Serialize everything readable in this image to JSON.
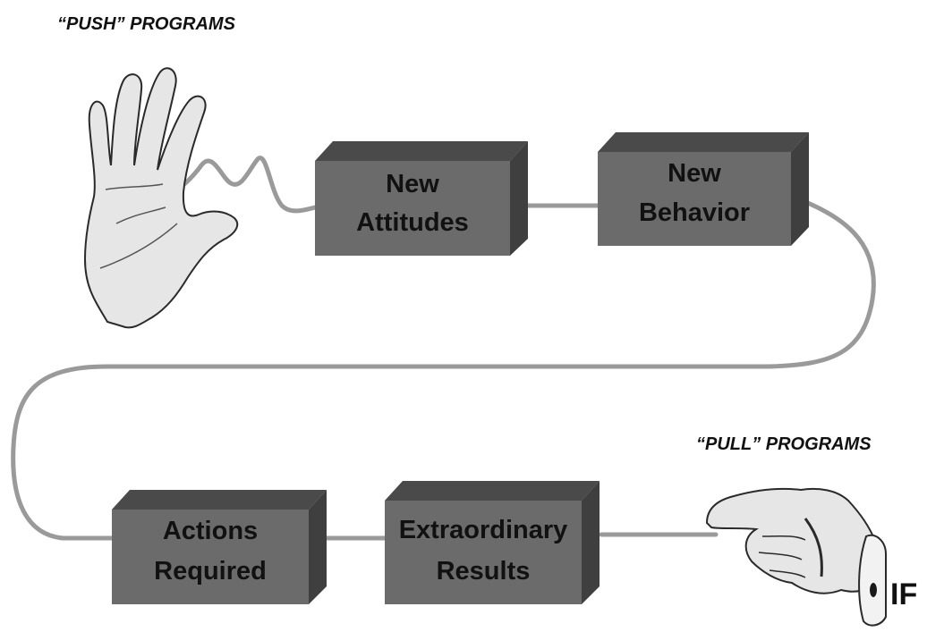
{
  "labels": {
    "push": "“PUSH” PROGRAMS",
    "pull": "“PULL” PROGRAMS"
  },
  "boxes": [
    {
      "id": "new-attitudes",
      "line1": "New",
      "line2": "Attitudes"
    },
    {
      "id": "new-behavior",
      "line1": "New",
      "line2": "Behavior"
    },
    {
      "id": "actions-required",
      "line1": "Actions",
      "line2": "Required"
    },
    {
      "id": "extraordinary-results",
      "line1": "Extraordinary",
      "line2": "Results"
    }
  ],
  "cuff_text": "IF",
  "colors": {
    "box_front": "#6b6b6b",
    "box_top": "#4a4a4a",
    "box_side": "#3f3f3f",
    "connector": "#9a9a9a",
    "hand_fill": "#e6e6e6",
    "hand_stroke": "#2a2a2a"
  },
  "icons": {
    "push_hand": "open-palm-hand-icon",
    "pull_hand": "pointing-finger-hand-icon"
  }
}
